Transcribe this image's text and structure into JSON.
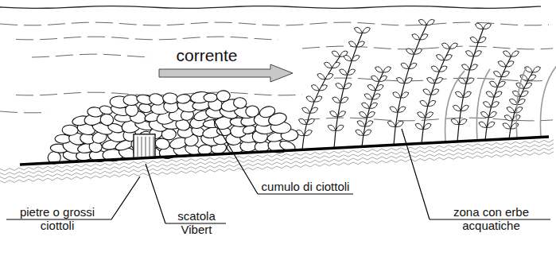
{
  "diagram": {
    "labels": [
      "corrente",
      "cumulo di ciottoli",
      "zona con erbe acquatiche",
      "pietre o grossi ciottoli",
      "scatola Vibert"
    ]
  }
}
